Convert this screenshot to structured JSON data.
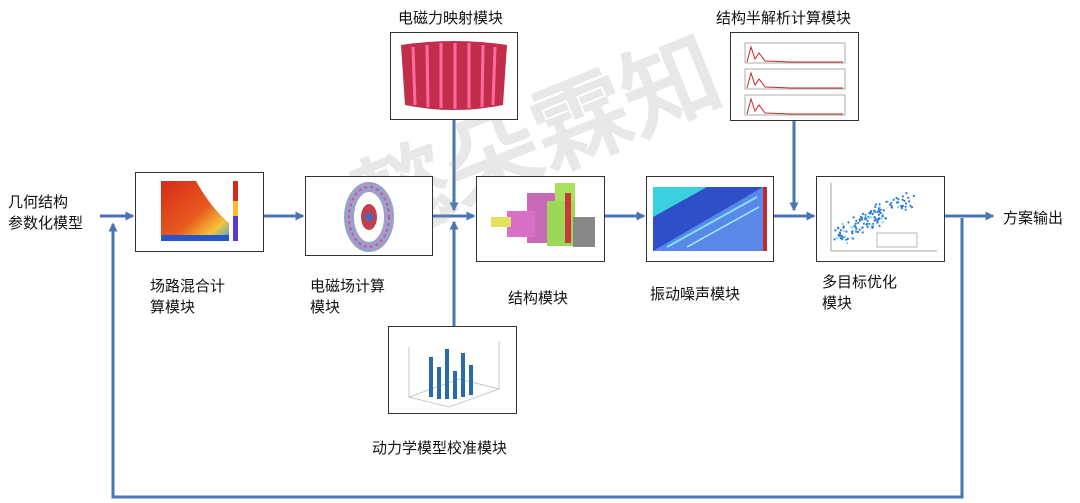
{
  "input_label": "几何结构\n参数化模型",
  "output_label": "方案输出",
  "watermark": "懿朵霖知",
  "modules": {
    "field_circuit": "场路混合计\n算模块",
    "em_field": "电磁场计算\n模块",
    "em_force_mapping": "电磁力映射模块",
    "structure": "结构模块",
    "vib_noise": "振动噪声模块",
    "semi_analytic": "结构半解析计算模块",
    "dynamics_calib": "动力学模型校准模块",
    "multi_opt": "多目标优化\n模块"
  },
  "colors": {
    "arrow": "#4a74b4",
    "box_border": "#333333"
  }
}
